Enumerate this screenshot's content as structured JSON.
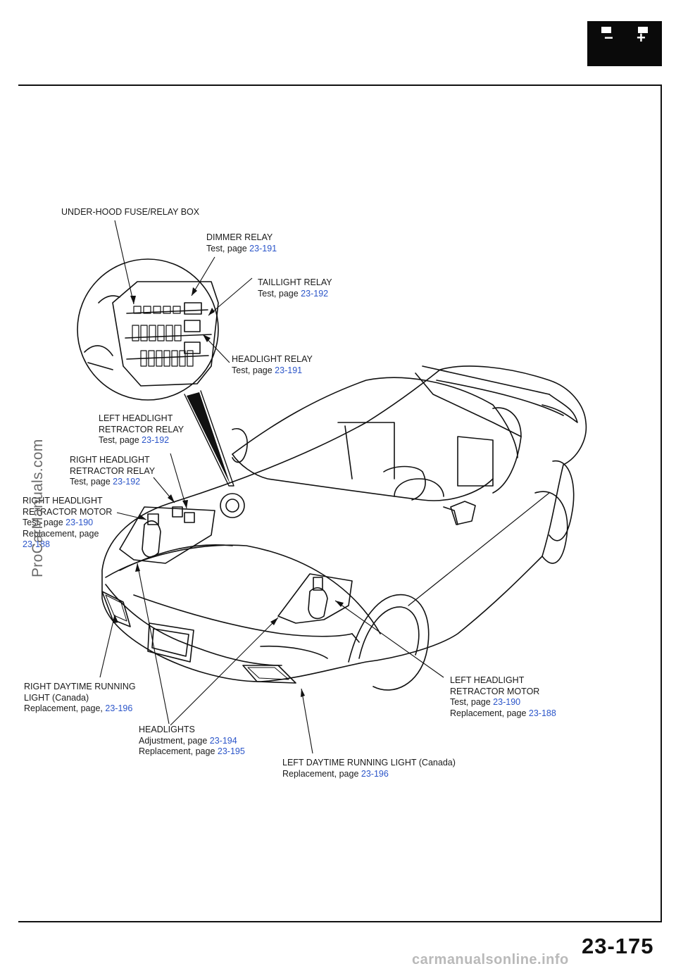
{
  "header": {
    "battery_minus": "−",
    "battery_plus": "+"
  },
  "labels": {
    "fuse_box": "UNDER-HOOD FUSE/RELAY BOX",
    "dimmer": {
      "name": "DIMMER RELAY",
      "test": "Test, page",
      "ref": "23-191"
    },
    "taillight": {
      "name": "TAILLIGHT RELAY",
      "test": "Test, page",
      "ref": "23-192"
    },
    "headlight_relay": {
      "name": "HEADLIGHT RELAY",
      "test": "Test, page",
      "ref": "23-191"
    },
    "left_retractor_relay": {
      "line1": "LEFT HEADLIGHT",
      "line2": "RETRACTOR RELAY",
      "test": "Test, page",
      "ref": "23-192"
    },
    "right_retractor_relay": {
      "line1": "RIGHT HEADLIGHT",
      "line2": "RETRACTOR RELAY",
      "test": "Test, page",
      "ref": "23-192"
    },
    "right_retractor_motor": {
      "line1": "RIGHT HEADLIGHT",
      "line2": "RETRACTOR MOTOR",
      "test": "Test, page",
      "test_ref": "23-190",
      "replacement": "Replacement, page",
      "replacement_ref": "23-188"
    },
    "right_drl": {
      "line1": "RIGHT DAYTIME RUNNING",
      "line2": "LIGHT (Canada)",
      "replacement": "Replacement, page,",
      "ref": "23-196"
    },
    "headlights": {
      "name": "HEADLIGHTS",
      "adjustment": "Adjustment, page",
      "adjustment_ref": "23-194",
      "replacement": "Replacement, page",
      "replacement_ref": "23-195"
    },
    "left_retractor_motor": {
      "line1": "LEFT HEADLIGHT",
      "line2": "RETRACTOR MOTOR",
      "test": "Test, page",
      "test_ref": "23-190",
      "replacement": "Replacement, page",
      "replacement_ref": "23-188"
    },
    "left_drl": {
      "name": "LEFT DAYTIME RUNNING LIGHT (Canada)",
      "replacement": "Replacement, page",
      "ref": "23-196"
    }
  },
  "watermark": "ProCarManuals.com",
  "page_number": "23-175",
  "footer_site": "carmanualsonline.info"
}
